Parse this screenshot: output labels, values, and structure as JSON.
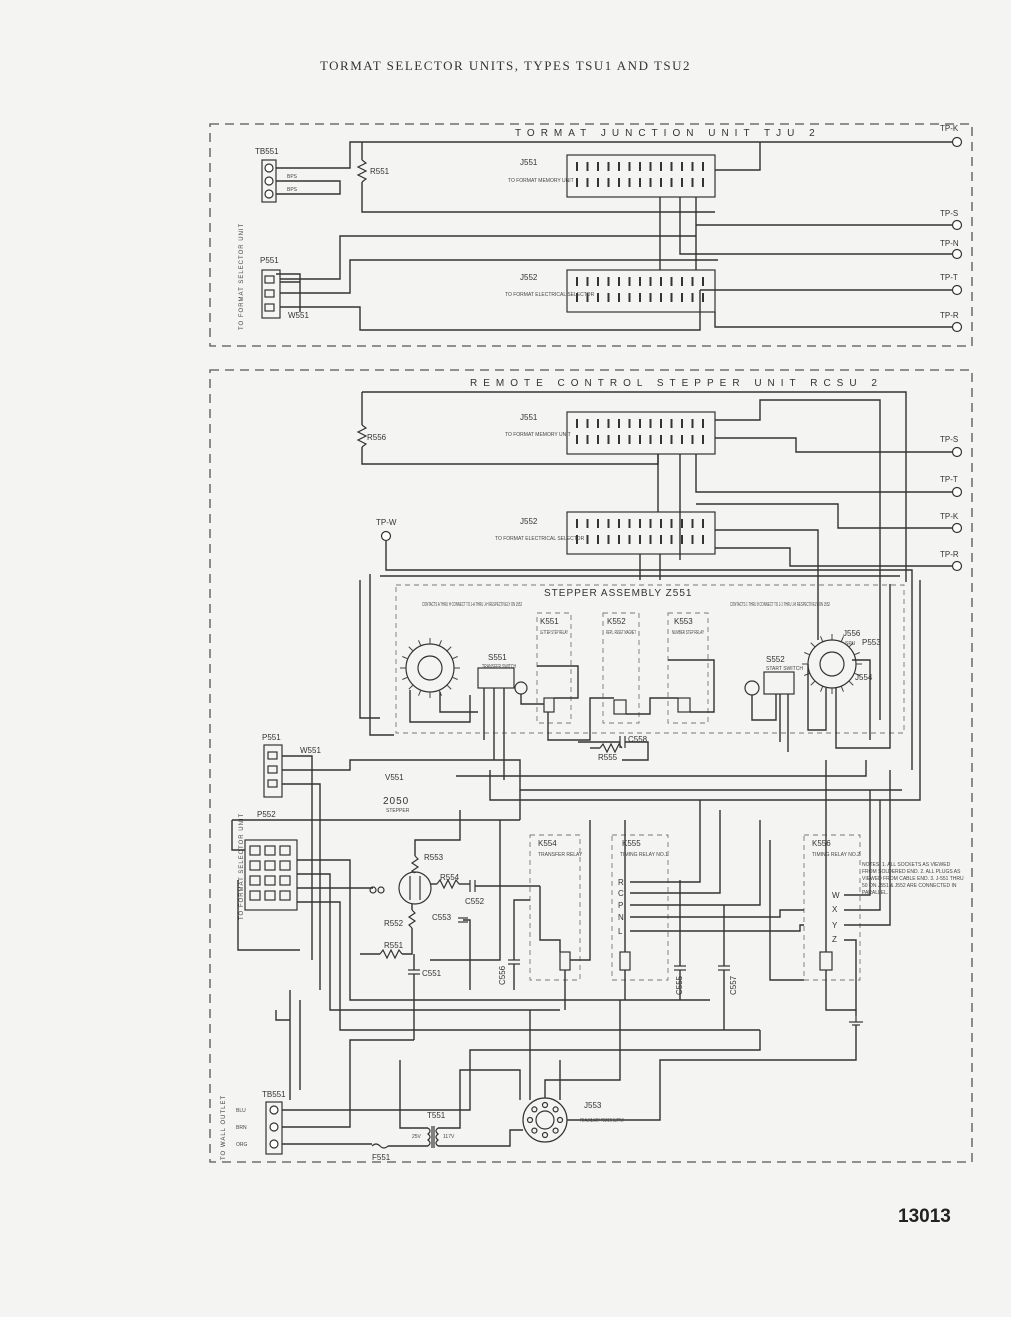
{
  "page": {
    "title": "TORMAT SELECTOR UNITS, TYPES TSU1 AND TSU2",
    "number": "13013"
  },
  "tju": {
    "title": "TORMAT JUNCTION UNIT TJU 2",
    "tp": [
      "TP-K",
      "TP-S",
      "TP-N",
      "TP-T",
      "TP-R"
    ],
    "tb": "TB551",
    "tb_terms": [
      "BPS",
      "BPS"
    ],
    "r": "R551",
    "p": "P551",
    "w": "W551",
    "vert": "TO FORMAT SELECTOR UNIT",
    "j1": "J551",
    "j1_sub": "TO FORMAT MEMORY UNIT",
    "j2": "J552",
    "j2_sub": "TO FORMAT ELECTRICAL SELECTOR"
  },
  "rcsu": {
    "title": "REMOTE CONTROL STEPPER UNIT RCSU 2",
    "tp": [
      "TP-S",
      "TP-T",
      "TP-K",
      "TP-R"
    ],
    "tpw": "TP-W",
    "r556": "R556",
    "j1": "J551",
    "j1_sub": "TO FORMAT MEMORY UNIT",
    "j2": "J552",
    "j2_sub": "TO FORMAT ELECTRICAL SELECTOR",
    "stepper": "STEPPER ASSEMBLY Z551",
    "contacts_left": "CONTACTS A THRU H CONNECT TO J-A THRU J-H RESPECTIVELY ON J552",
    "contacts_right": "CONTACTS 1 THRU 8 CONNECT TO J-1 THRU J-8 RESPECTIVELY ON J552",
    "s551": "S551",
    "s551_sub": "TRANSFER SWITCH",
    "k551": "K551",
    "k551_sub": "LETTER STEP RELAY",
    "k552": "K552",
    "k552_sub": "REPL. RESET MAGNET",
    "k553": "K553",
    "k553_sub": "NUMBER STEP RELAY",
    "s552": "S552",
    "s552_sub": "START SWITCH",
    "j556": "J556",
    "j556_sub": "SPU",
    "p553": "P553",
    "j554": "J554",
    "c558": "C558",
    "r555": "R555",
    "p551": "P551",
    "w551": "W551",
    "v551": "V551",
    "label_2050": "2050",
    "label_2050_sub": "STEPPER",
    "p552": "P552",
    "vert": "TO FORMAT SELECTOR UNIT",
    "r553": "R553",
    "r554": "R554",
    "c552": "C552",
    "c553": "C553",
    "r552": "R552",
    "r551": "R551",
    "c551": "C551",
    "k554": "K554",
    "k554_sub": "TRANSFER RELAY",
    "c556": "C556",
    "k555": "K555",
    "k555_sub": "TIMING RELAY NO.1",
    "k555_pins": [
      "R",
      "C",
      "P",
      "N",
      "L"
    ],
    "c555": "C555",
    "c557": "C557",
    "k556": "K556",
    "k556_sub": "TIMING RELAY NO.2",
    "k556_pins": [
      "W",
      "X",
      "Y",
      "Z"
    ],
    "notes": "NOTES: 1. ALL SOCKETS AS VIEWED FROM SOLDERED END. 2. ALL PLUGS AS VIEWED FROM CABLE END. 3. J-551 THRU 50 ON J551 & J552 ARE CONNECTED IN PARALLEL.",
    "tb551": "TB551",
    "tb_terms": [
      "BLU",
      "BRN",
      "ORG"
    ],
    "vert2": "TO WALL OUTLET",
    "t551": "T551",
    "t551_pri": "25V",
    "t551_sec": "117V",
    "f551": "F551",
    "j553": "J553",
    "j553_sub": "TO AUXILIARY POWER SUPPLY"
  }
}
